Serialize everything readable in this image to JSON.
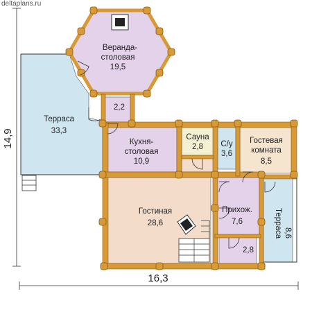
{
  "site": "deltaplans.ru",
  "colors": {
    "veranda": "#e3d2ea",
    "terrace": "#cfe6f1",
    "living": "#f3dcca",
    "kitchen": "#e3d2ea",
    "sauna": "#f4f1d2",
    "wc": "#cfe6f1",
    "guest": "#f5e5ce",
    "hall": "#e3d2ea",
    "vestibule": "#e3d2ea",
    "log": "#d79a36"
  },
  "rooms": {
    "veranda": {
      "name1": "Веранда-",
      "name2": "столовая",
      "area": "19,5"
    },
    "terrace_left": {
      "name": "Терраса",
      "area": "33,3"
    },
    "vestibule": {
      "area": "2,2"
    },
    "kitchen": {
      "name1": "Кухня-",
      "name2": "столовая",
      "area": "10,9"
    },
    "sauna": {
      "name": "Сауна",
      "area": "2,8"
    },
    "wc": {
      "name": "С/у",
      "area": "3,6"
    },
    "guest": {
      "name1": "Гостевая",
      "name2": "комната",
      "area": "8,5"
    },
    "living": {
      "name": "Гостиная",
      "area": "28,6"
    },
    "hall": {
      "name": "Прихож.",
      "area": "7,6"
    },
    "closet": {
      "area": "2,8"
    },
    "terrace_right": {
      "name": "Терраса",
      "area": "8,6"
    }
  },
  "dimensions": {
    "width": "16,3",
    "height": "14,9"
  }
}
